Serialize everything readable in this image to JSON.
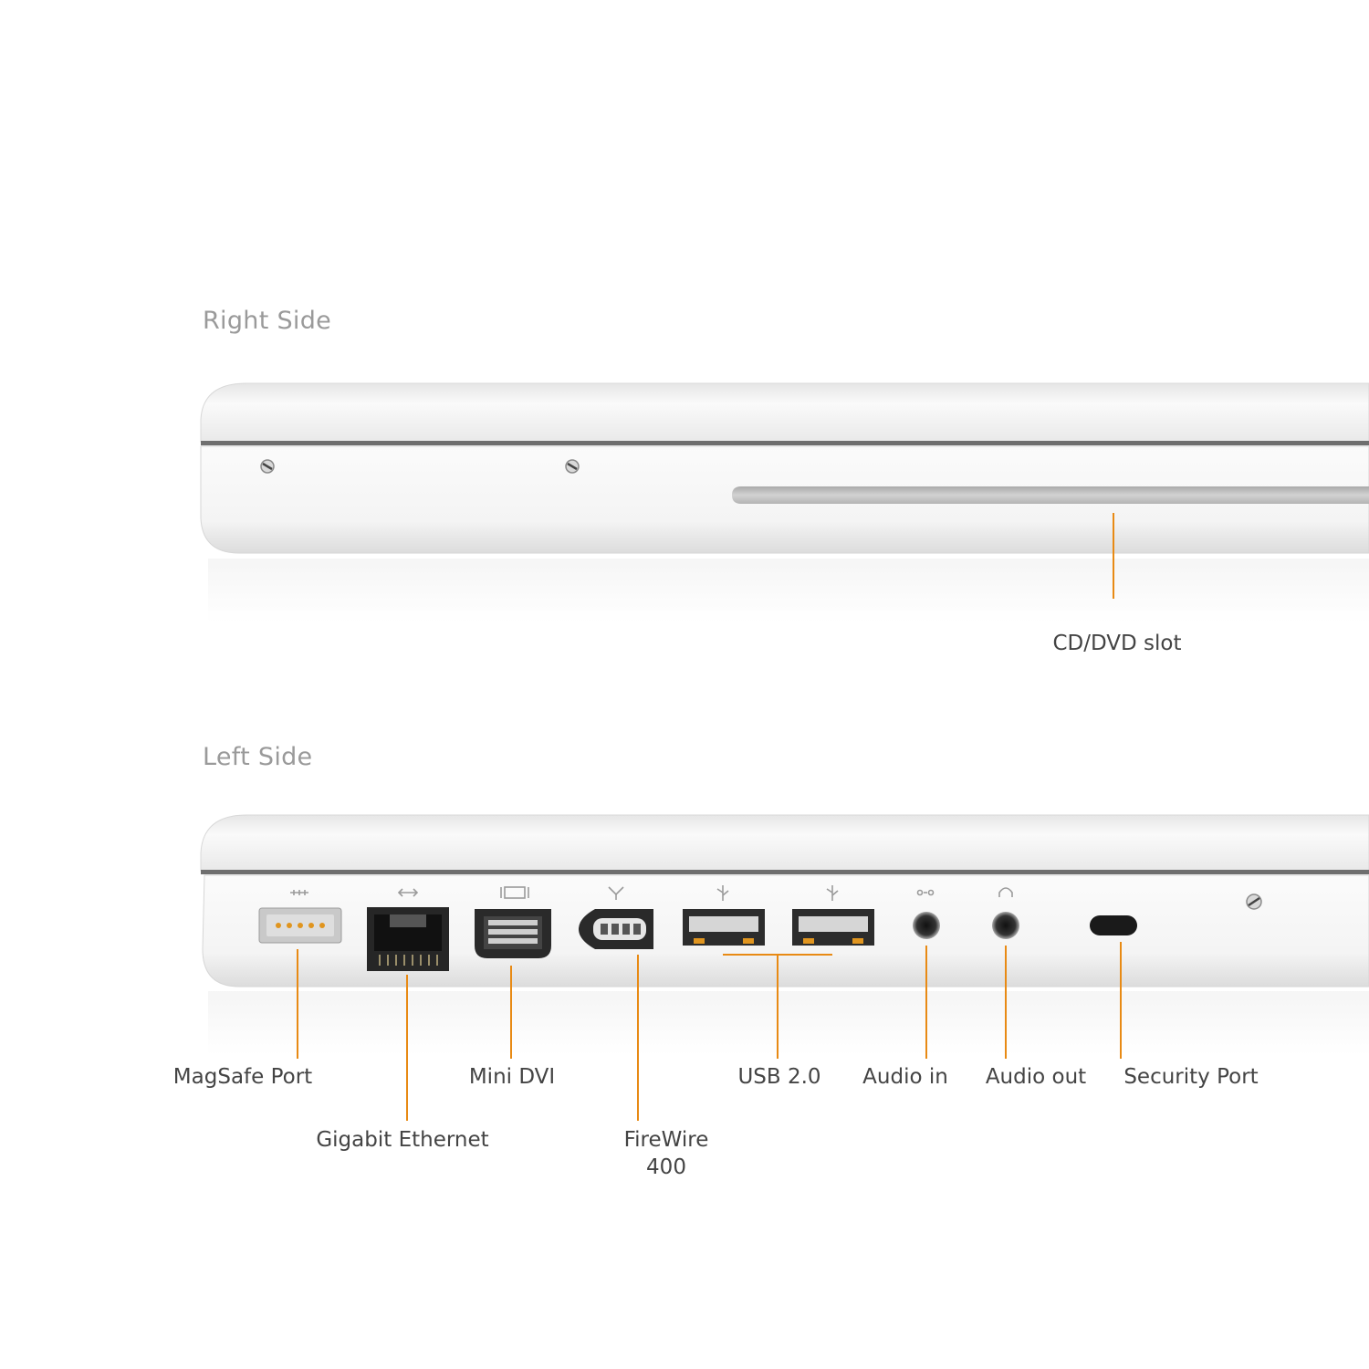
{
  "right_side": {
    "title": "Right Side",
    "callouts": [
      {
        "id": "cd-dvd-slot",
        "label": "CD/DVD slot"
      }
    ]
  },
  "left_side": {
    "title": "Left Side",
    "callouts": [
      {
        "id": "magsafe-port",
        "label": "MagSafe Port"
      },
      {
        "id": "gigabit-ethernet",
        "label": "Gigabit Ethernet"
      },
      {
        "id": "mini-dvi",
        "label": "Mini DVI"
      },
      {
        "id": "firewire-400",
        "label_line1": "FireWire",
        "label_line2": "400"
      },
      {
        "id": "usb-2",
        "label": "USB 2.0"
      },
      {
        "id": "audio-in",
        "label": "Audio in"
      },
      {
        "id": "audio-out",
        "label": "Audio out"
      },
      {
        "id": "security-port",
        "label": "Security Port"
      }
    ]
  },
  "colors": {
    "leader_line": "#e88a14",
    "body_white": "#f6f6f6",
    "seam": "#777777",
    "title_text": "#9a9a9a"
  },
  "icons": [
    "magsafe-icon",
    "ethernet-icon",
    "display-icon",
    "firewire-icon",
    "usb-icon",
    "usb-icon",
    "audio-in-icon",
    "headphone-icon",
    "screw-icon"
  ]
}
